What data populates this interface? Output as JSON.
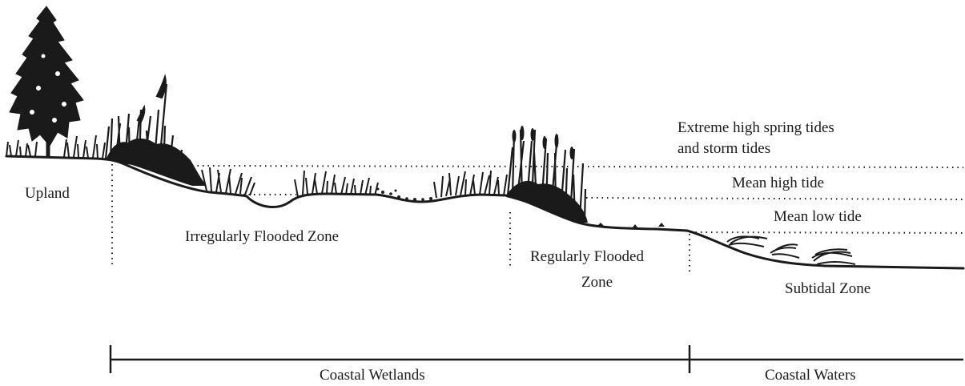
{
  "tide_levels": {
    "extreme_line1": "Extreme high spring tides",
    "extreme_line2": "and storm tides",
    "mean_high": "Mean high tide",
    "mean_low": "Mean low tide"
  },
  "zones": {
    "upland": "Upland",
    "irregular": "Irregularly Flooded Zone",
    "regular_line1": "Regularly Flooded",
    "regular_line2": "Zone",
    "subtidal": "Subtidal Zone"
  },
  "scale_bar": {
    "wetlands": "Coastal Wetlands",
    "waters": "Coastal Waters"
  },
  "colors": {
    "ink": "#1a1a1a",
    "background": "#ffffff"
  }
}
